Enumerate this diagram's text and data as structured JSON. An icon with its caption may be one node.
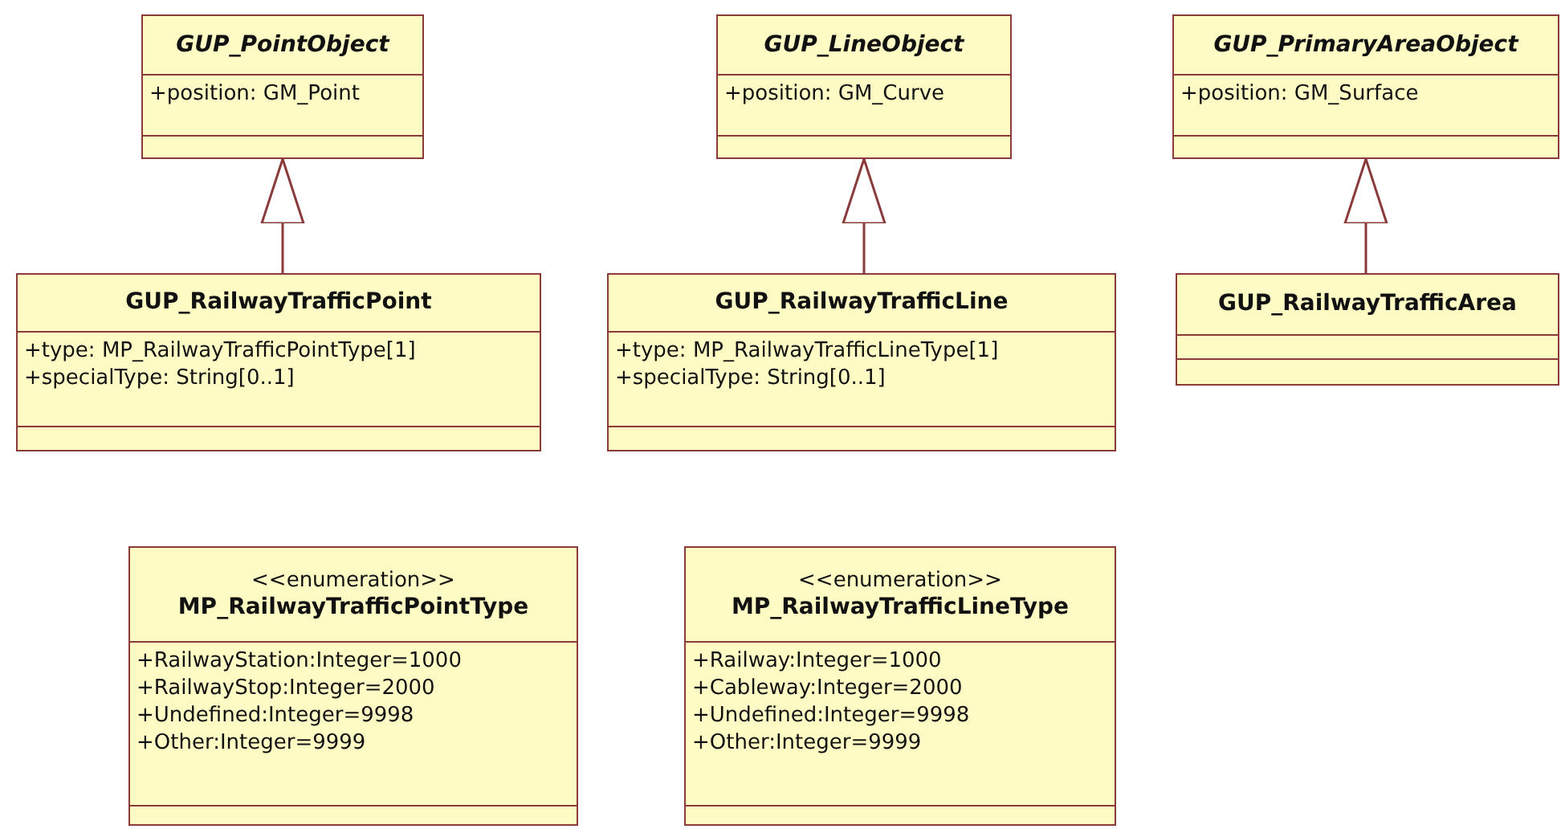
{
  "diagram": {
    "nodes": [
      {
        "text": [
          "GUP_PointObject",
          "+position: GM_Point"
        ]
      },
      {
        "text": [
          "GUP_LineObject",
          "+position: GM_Curve"
        ]
      },
      {
        "text": [
          "GUP_PrimaryAreaObject",
          "+position: GM_Surface"
        ]
      },
      {
        "text": [
          "GUP_RailwayTrafficPoint",
          "+type: MP_RailwayTrafficPointType[1]",
          "+specialType: String[0..1]"
        ]
      },
      {
        "text": [
          "GUP_RailwayTrafficLine",
          "+type: MP_RailwayTrafficLineType[1]",
          "+specialType: String[0..1]"
        ]
      },
      {
        "text": [
          "GUP_RailwayTrafficArea"
        ]
      },
      {
        "text": [
          "<<enumeration>>",
          "MP_RailwayTrafficPointType",
          "+RailwayStation:Integer=1000",
          "+RailwayStop:Integer=2000",
          "+Undefined:Integer=9998",
          "+Other:Integer=9999"
        ]
      },
      {
        "text": [
          "<<enumeration>>",
          "MP_RailwayTrafficLineType",
          "+Railway:Integer=1000",
          "+Cableway:Integer=2000",
          "+Undefined:Integer=9998",
          "+Other:Integer=9999"
        ]
      }
    ],
    "edges": [
      {
        "from": 3,
        "to": 0,
        "arrow": "to"
      },
      {
        "from": 4,
        "to": 1,
        "arrow": "to"
      },
      {
        "from": 5,
        "to": 2,
        "arrow": "to"
      }
    ]
  }
}
